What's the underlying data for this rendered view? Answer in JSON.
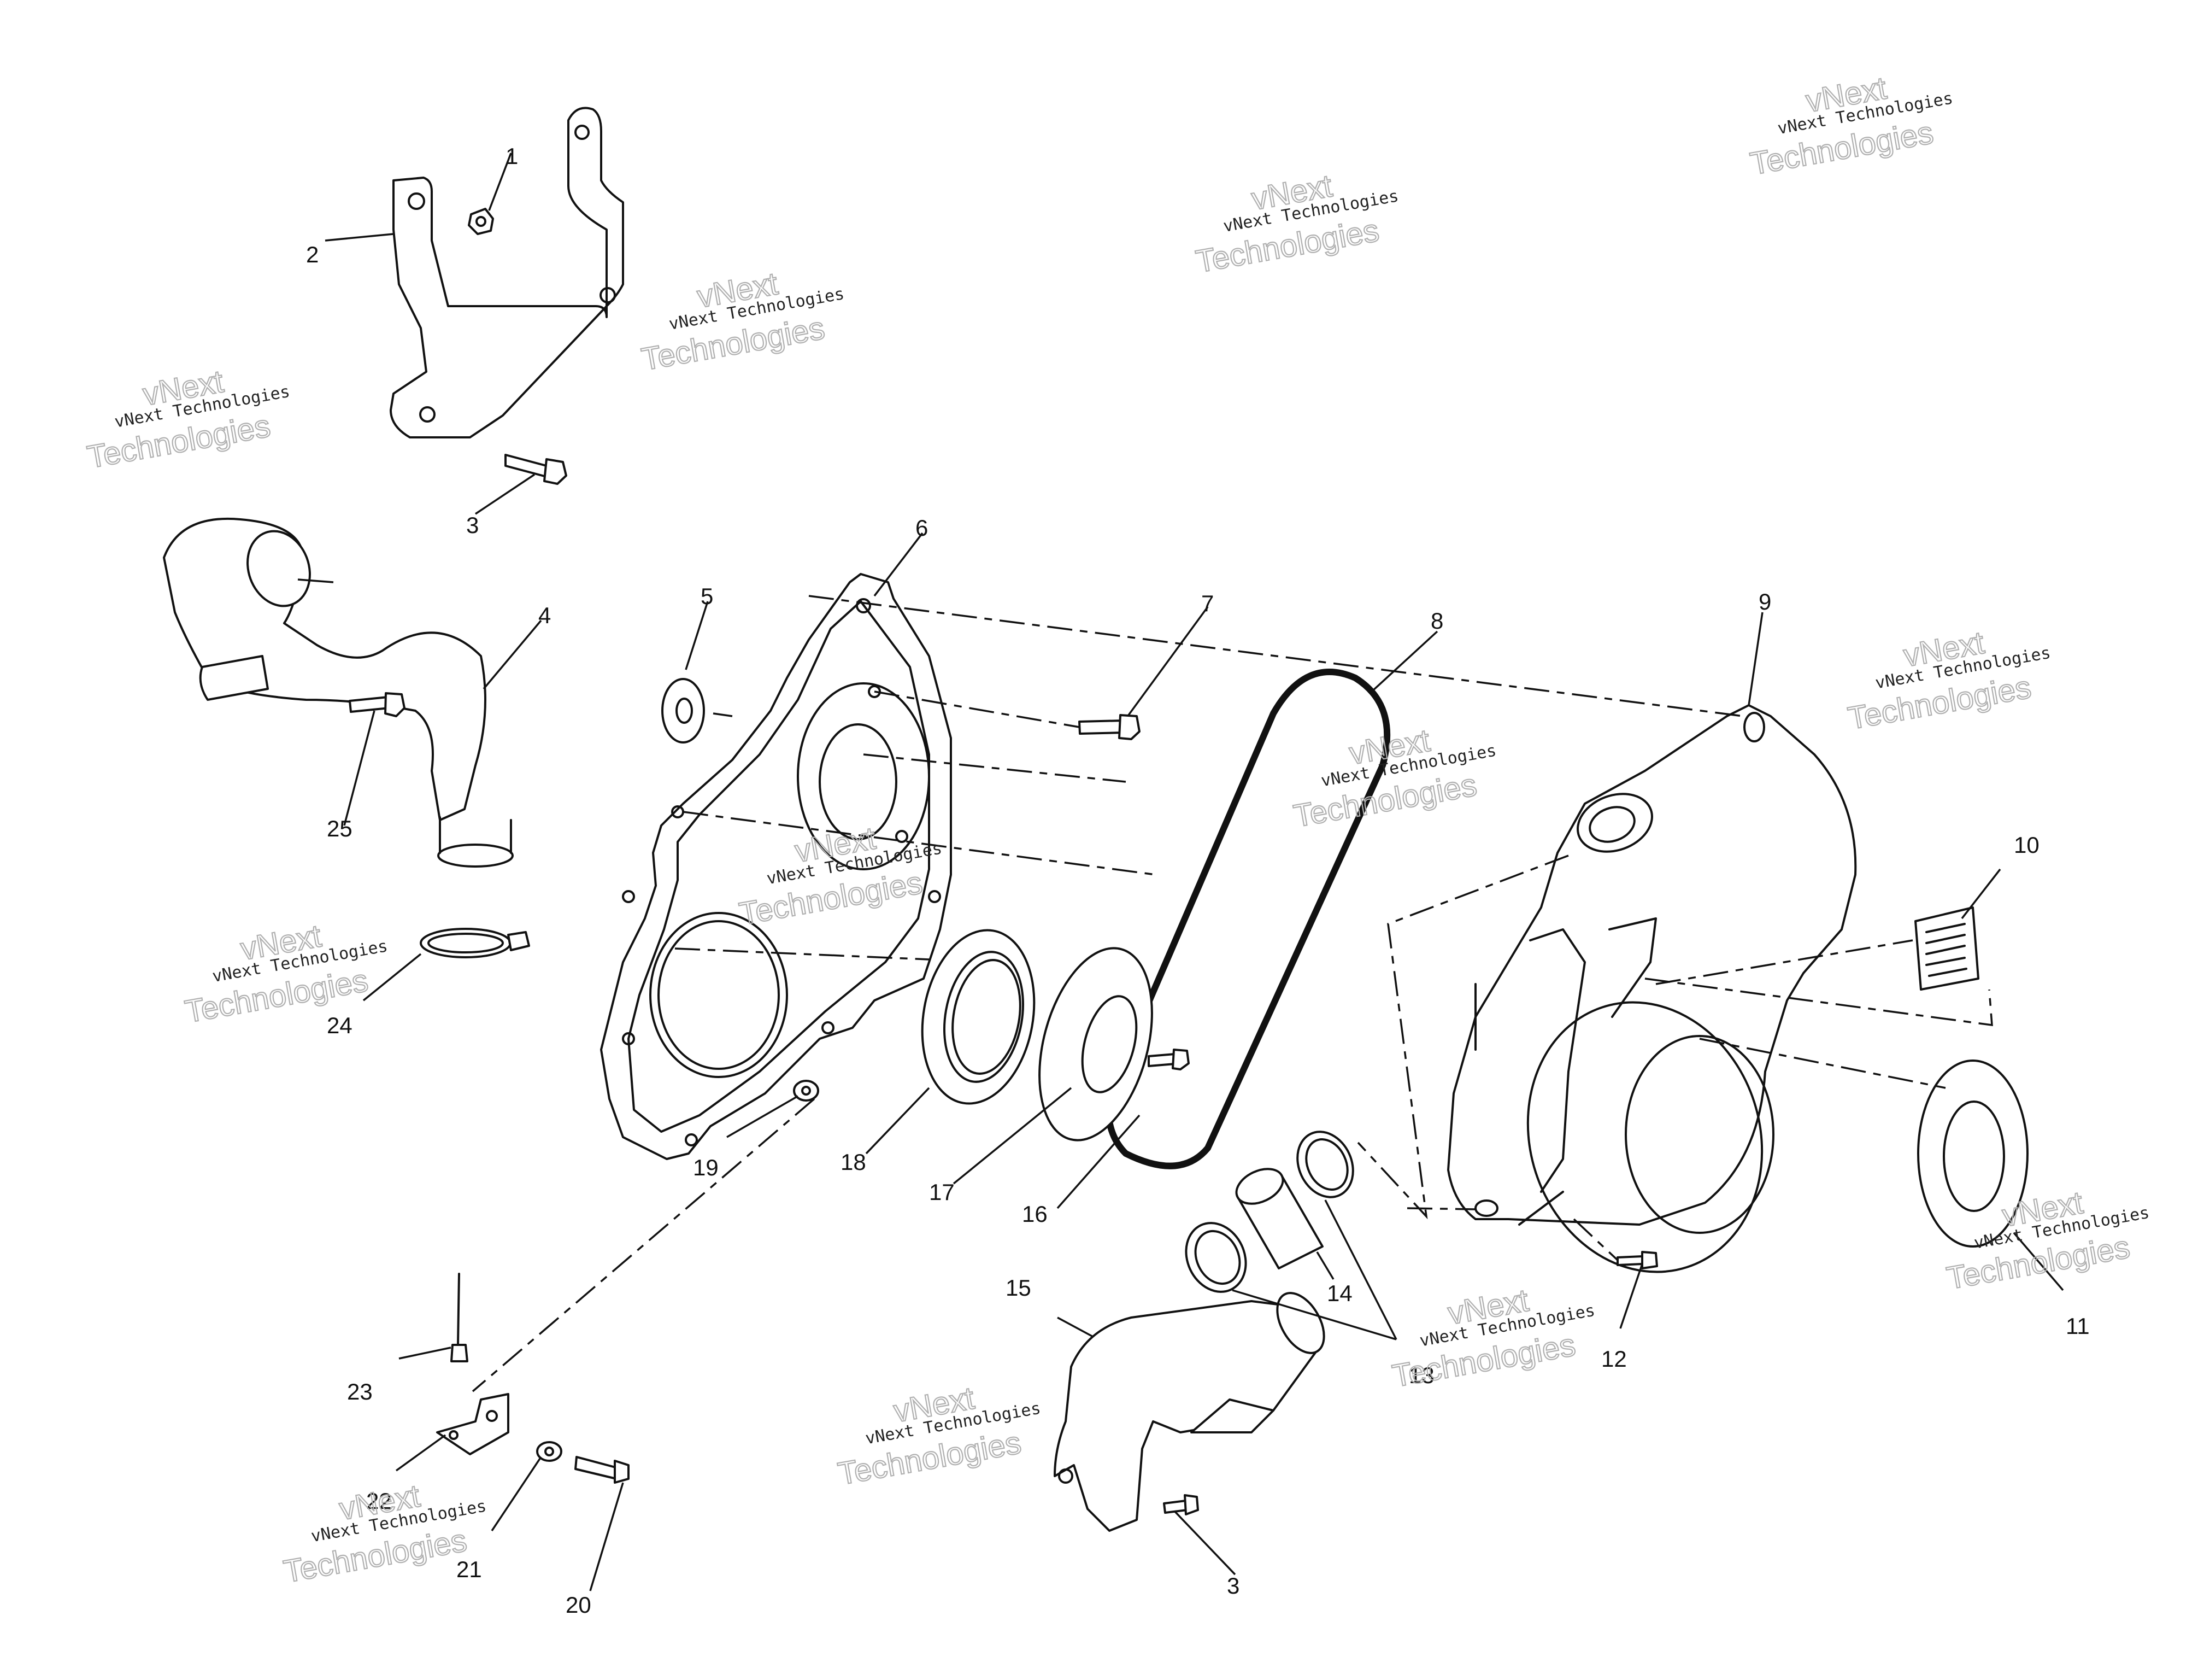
{
  "colors": {
    "line": "#111111",
    "watermark_outline": "#b0b0b0",
    "background": "#ffffff"
  },
  "watermark": {
    "name": "vNext Technologies",
    "big_line1": "vNext",
    "big_line2": "Technologies"
  },
  "callouts": {
    "c1": "1",
    "c2": "2",
    "c3a": "3",
    "c3b": "3",
    "c4": "4",
    "c5": "5",
    "c6": "6",
    "c7": "7",
    "c8": "8",
    "c9": "9",
    "c10": "10",
    "c11": "11",
    "c12": "12",
    "c13": "13",
    "c14": "14",
    "c15": "15",
    "c16": "16",
    "c17": "17",
    "c18": "18",
    "c19": "19",
    "c20": "20",
    "c21": "21",
    "c22": "22",
    "c23": "23",
    "c24": "24",
    "c25": "25"
  }
}
